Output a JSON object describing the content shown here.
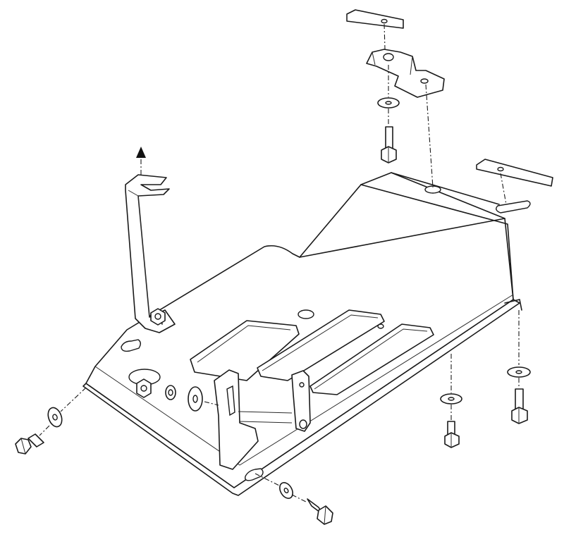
{
  "diagram": {
    "kind": "exploded-assembly-drawing",
    "colors": {
      "line": "#1a1a1a",
      "background": "#ffffff",
      "fill": "#ffffff"
    },
    "parts": [
      {
        "name": "skid-plate"
      },
      {
        "name": "rear-mounting-bracket"
      },
      {
        "name": "upper-right-spacer-plate"
      },
      {
        "name": "upper-left-spacer-plate"
      },
      {
        "name": "front-hanger-strap"
      },
      {
        "name": "front-clip-bracket"
      },
      {
        "name": "bolts"
      },
      {
        "name": "washers"
      },
      {
        "name": "nut"
      }
    ],
    "direction_arrow": "arrow-up-icon"
  }
}
